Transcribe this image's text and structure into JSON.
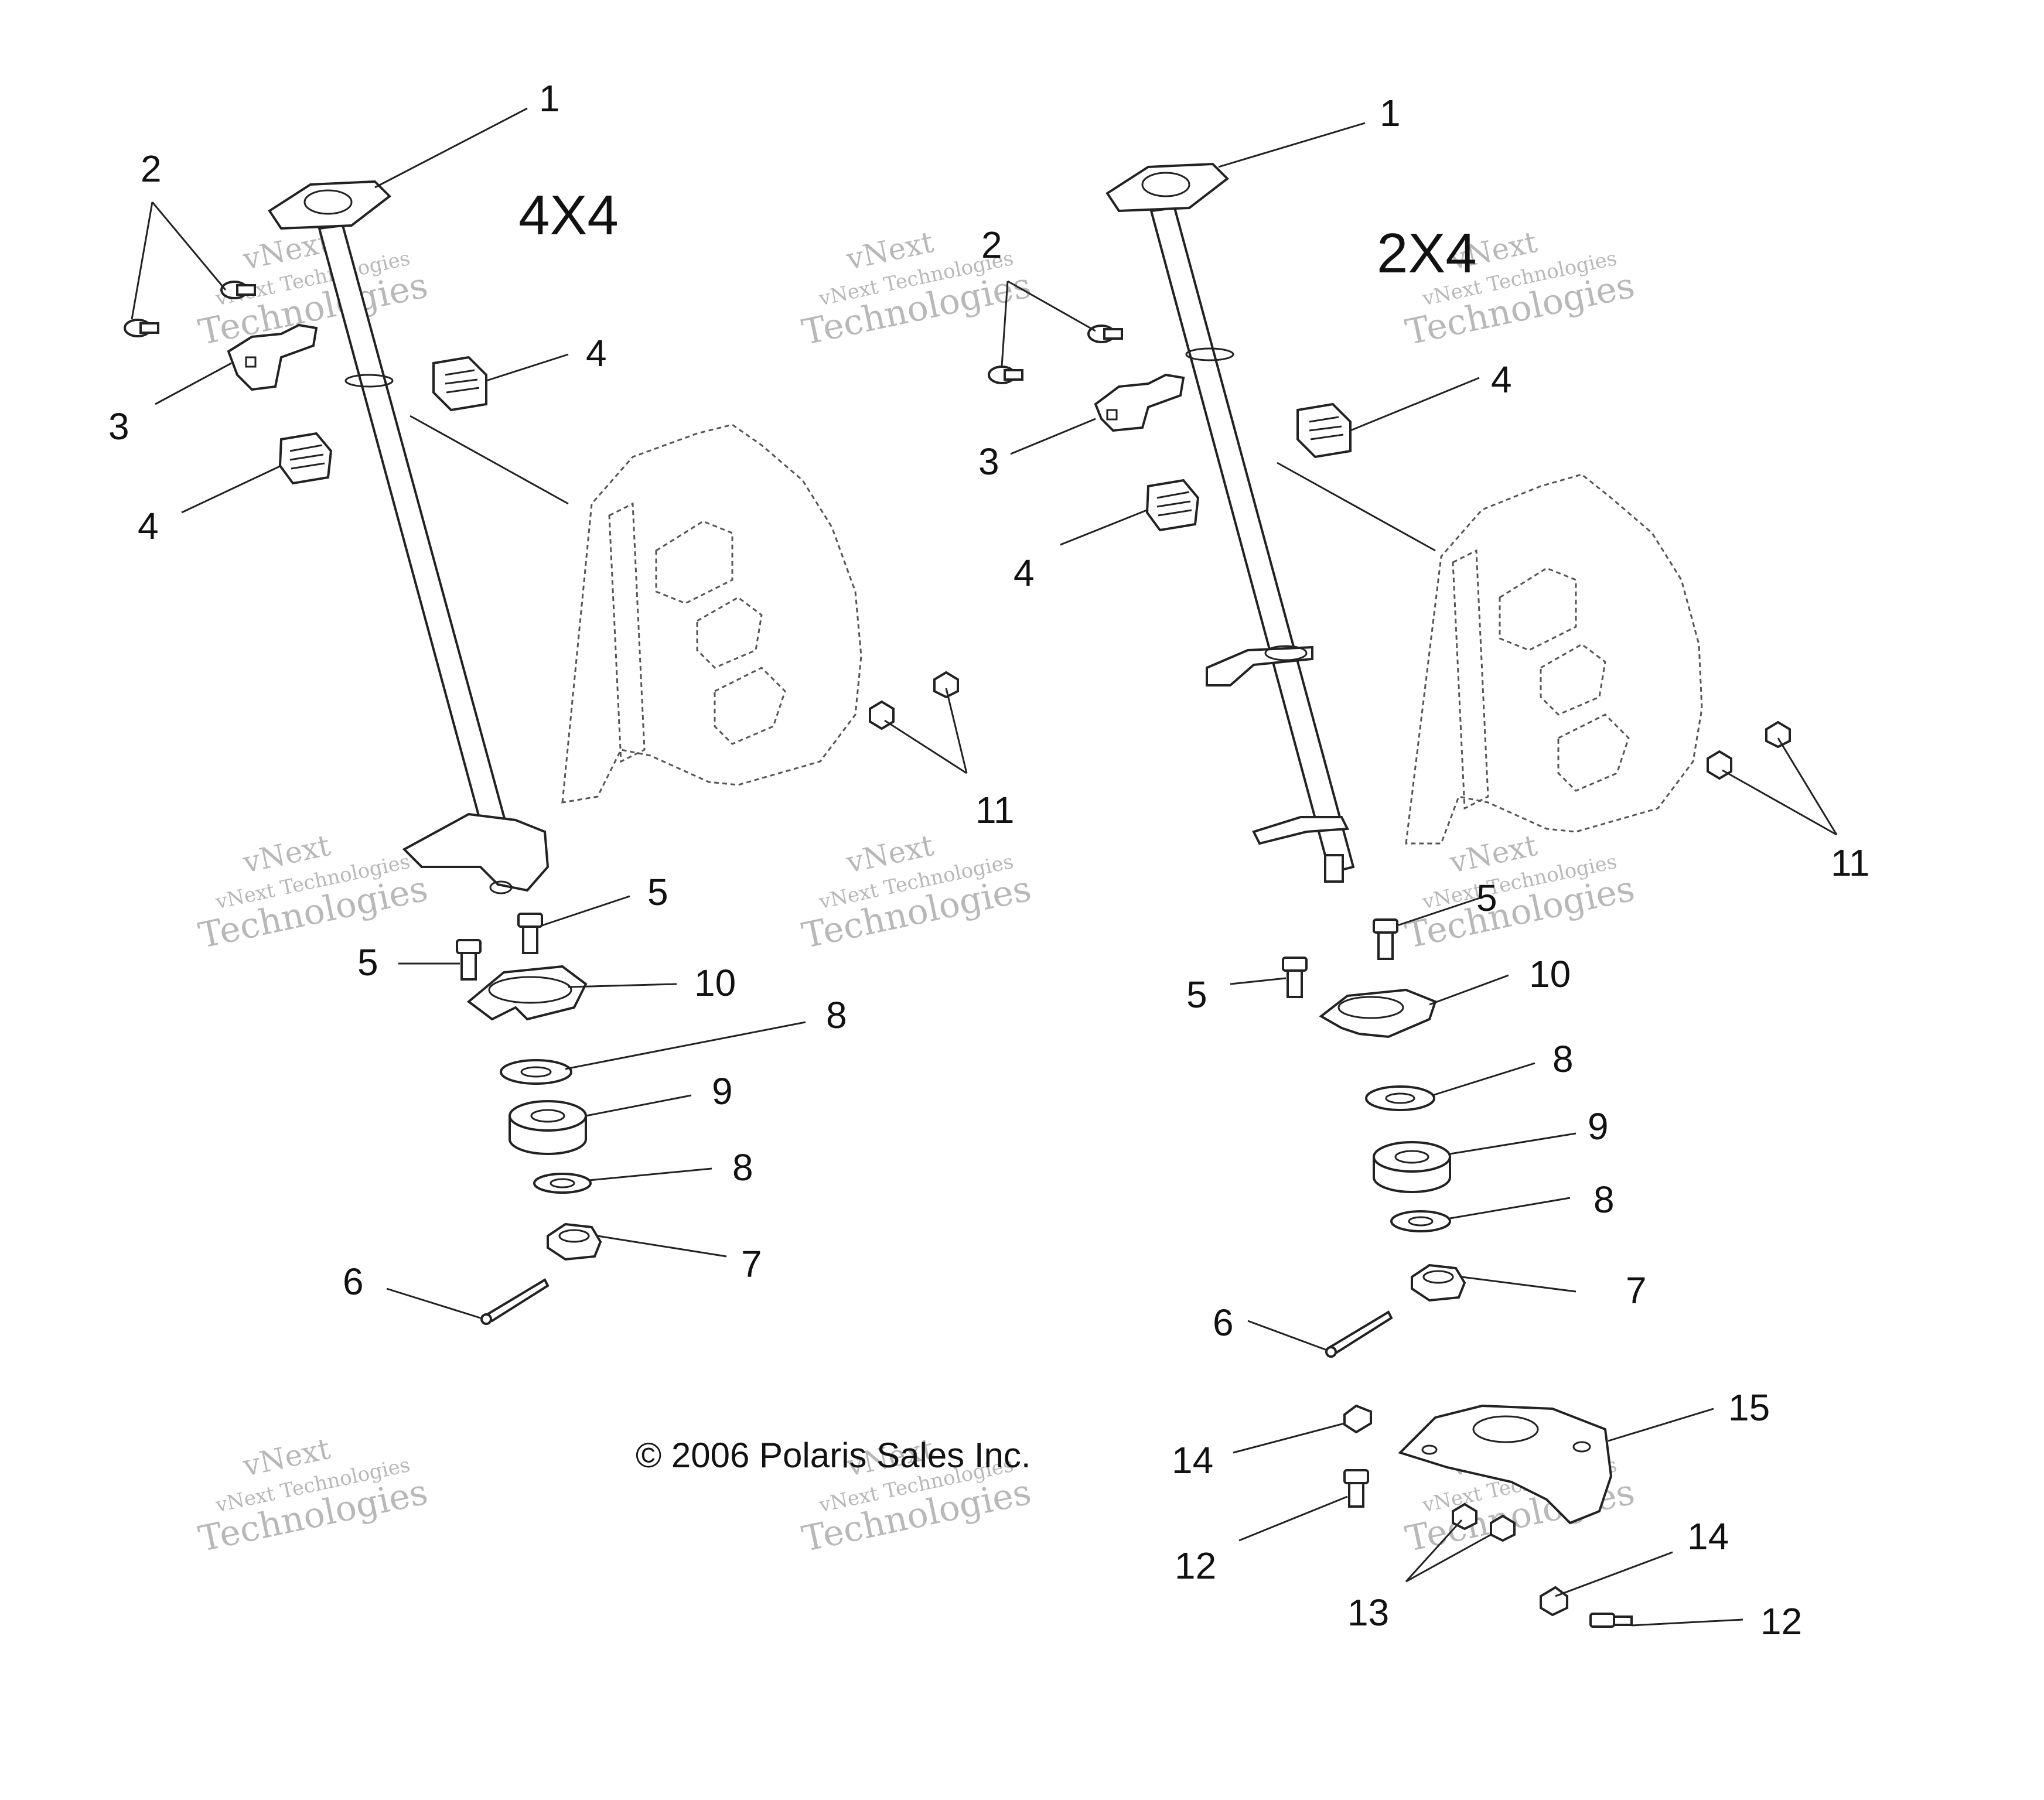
{
  "colors": {
    "ink": "#222222",
    "watermark": "#b8b8b8",
    "background": "#ffffff"
  },
  "diagram": {
    "section_left_title": "4X4",
    "section_right_title": "2X4",
    "copyright": "© 2006 Polaris Sales Inc."
  },
  "callouts_left": [
    "1",
    "2",
    "3",
    "4",
    "4",
    "5",
    "5",
    "10",
    "8",
    "9",
    "8",
    "7",
    "6",
    "11"
  ],
  "callouts_right": [
    "1",
    "2",
    "3",
    "4",
    "4",
    "5",
    "5",
    "10",
    "8",
    "9",
    "8",
    "7",
    "6",
    "11",
    "15",
    "14",
    "12",
    "13",
    "14",
    "12"
  ],
  "watermark": {
    "line1": "vNext Technologies",
    "line2": "Technologies",
    "line3": "vNext"
  }
}
